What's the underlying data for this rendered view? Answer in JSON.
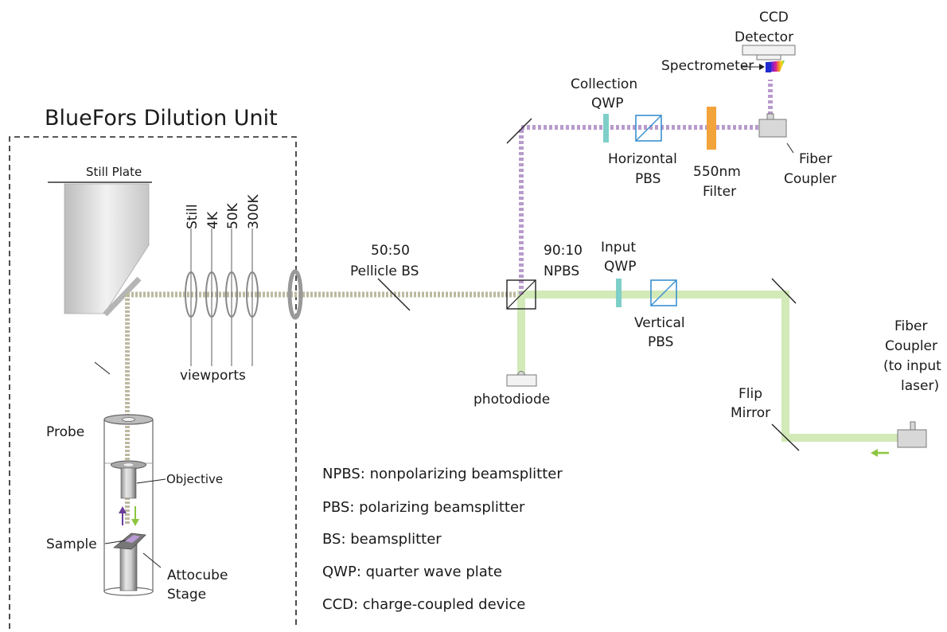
{
  "unit_title": "BlueFors Dilution Unit",
  "still_plate": "Still Plate",
  "windows": [
    "Still",
    "4K",
    "50K",
    "300K"
  ],
  "viewports": "viewports",
  "probe": "Probe",
  "objective": "Objective",
  "sample": "Sample",
  "attocube": [
    "Attocube",
    "Stage"
  ],
  "pellicle": [
    "50:50",
    "Pellicle BS"
  ],
  "npbs": [
    "90:10",
    "NPBS"
  ],
  "photodiode": "photodiode",
  "input_qwp": [
    "Input",
    "QWP"
  ],
  "vertical_pbs": [
    "Vertical",
    "PBS"
  ],
  "collection_qwp": [
    "Collection",
    "QWP"
  ],
  "horizontal_pbs": [
    "Horizontal",
    "PBS"
  ],
  "filter": [
    "550nm",
    "Filter"
  ],
  "fiber_coupler_top": [
    "Fiber",
    "Coupler"
  ],
  "ccd": [
    "CCD",
    "Detector"
  ],
  "spectrometer": "Spectrometer",
  "flip_mirror": [
    "Flip",
    "Mirror"
  ],
  "fiber_coupler_input": [
    "Fiber",
    "Coupler",
    "(to input",
    "laser)"
  ],
  "legend": [
    "NPBS: nonpolarizing beamsplitter",
    "PBS: polarizing beamsplitter",
    "BS: beamsplitter",
    "QWP: quarter wave plate",
    "CCD: charge-coupled device"
  ],
  "colors": {
    "green_beam": "#d2e9b8",
    "purple_beam": "#b89bcc",
    "mixed_beam": "#c0bfa8",
    "qwp": "#7fcfc9",
    "filter": "#f2a33a",
    "pbs": "#3a8fd1",
    "arrow_green": "#8cc63f",
    "arrow_purple": "#6a3d9a",
    "sample": "#b99ad6"
  }
}
